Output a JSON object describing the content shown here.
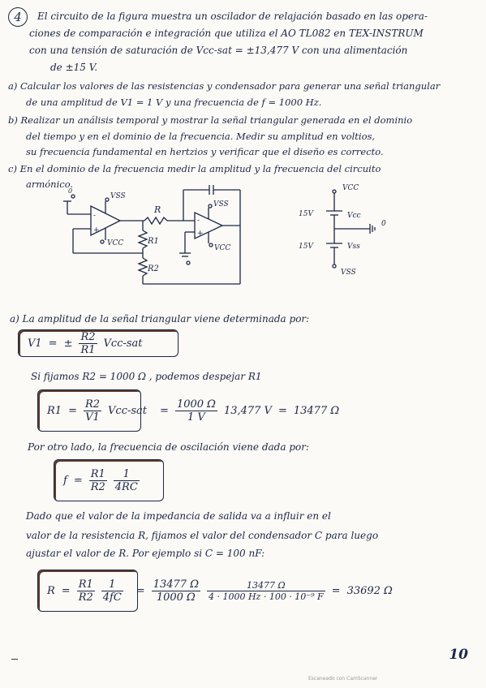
{
  "problem_number": "4",
  "statement": [
    "El circuito de la figura muestra un oscilador de relajación basado en las opera-",
    "ciones de comparación e integración que utiliza el AO TL082 en TEX-INSTRUM",
    "con una tensión de saturación de Vcc-sat = ±13,477 V con una alimentación",
    "de ±15 V."
  ],
  "items": {
    "a": [
      "a) Calcular los valores de las resistencias y condensador para generar una señal triangular",
      "de una amplitud de V1 = 1 V y una frecuencia de f = 1000 Hz."
    ],
    "b": [
      "b) Realizar un análisis temporal y mostrar la señal triangular generada en el dominio",
      "del tiempo y en el dominio de la frecuencia. Medir su amplitud en voltios,",
      "su frecuencia fundamental en hertzios y verificar que el diseño es correcto."
    ],
    "c": [
      "c) En el dominio de la frecuencia medir la amplitud y la frecuencia del circuito",
      "armónico."
    ]
  },
  "circuit": {
    "labels": {
      "vss_left": "VSS",
      "vcc_left": "VCC",
      "r": "R",
      "c": "C",
      "vss_right": "VSS",
      "vcc_right": "VCC",
      "r1": "R1",
      "r2": "R2",
      "plus": "+",
      "minus": "-",
      "zero": "0"
    },
    "supply": {
      "vcc_top": "VCC",
      "v15_top": "15V",
      "vcc_mid": "Vcc",
      "v15_bot": "15V",
      "vss_mid": "Vss",
      "vss_bot": "VSS",
      "zero": "0"
    }
  },
  "solution": {
    "a_intro": "a) La amplitud de la señal triangular viene determinada por:",
    "eq1": {
      "lhs": "V1",
      "eq": "=",
      "pm": "±",
      "num": "R2",
      "den": "R1",
      "tail": "Vcc-sat"
    },
    "fix_text": "Si fijamos R2 = 1000 Ω , podemos despejar R1",
    "eq2": {
      "lhs": "R1",
      "eq": "=",
      "num": "R2",
      "den": "V1",
      "tail": "Vcc-sat",
      "eq2": "=",
      "num2": "1000 Ω",
      "den2": "1 V",
      "mid": "13,477 V",
      "eq3": "=",
      "result": "13477 Ω"
    },
    "freq_text": "Por otro lado, la frecuencia de oscilación viene dada por:",
    "eq3": {
      "lhs": "f",
      "eq": "=",
      "num": "R1",
      "den": "R2",
      "num2": "1",
      "den2": "4RC"
    },
    "impedance_text": [
      "Dado que el valor de la impedancia de salida va a influir en el",
      "valor de la resistencia R, fijamos el valor del condensador C para luego",
      "ajustar el valor de R. Por ejemplo si C = 100 nF:"
    ],
    "eq4": {
      "lhs": "R",
      "eq": "=",
      "num": "R1",
      "den": "R2",
      "num2": "1",
      "den2": "4fC",
      "eq2": "=",
      "num3": "13477 Ω",
      "den3": "1000 Ω",
      "num4": "13477 Ω",
      "den4": "4 · 1000 Hz · 100 · 10⁻⁹ F",
      "eq3": "=",
      "result": "33692 Ω"
    }
  },
  "page_number": "10",
  "footer": "Escaneado con CamScanner"
}
